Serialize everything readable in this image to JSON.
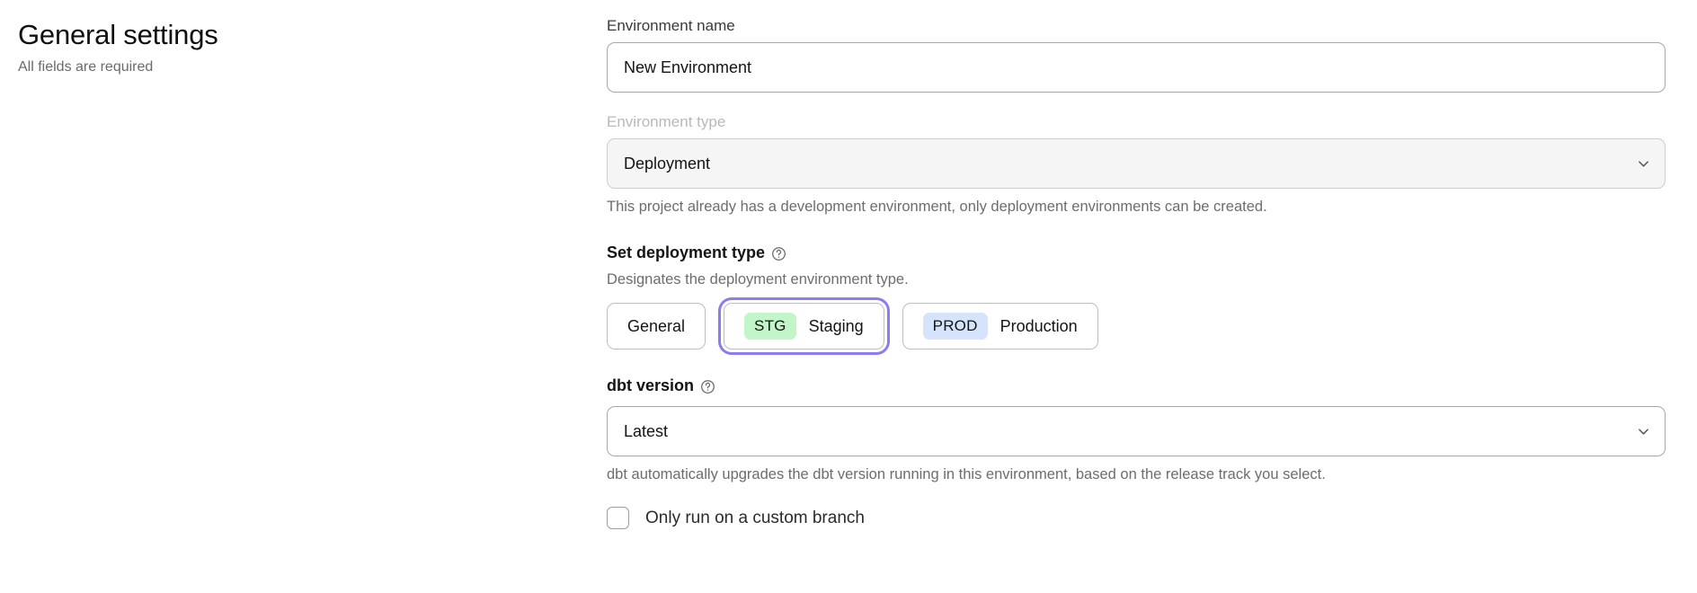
{
  "header": {
    "title": "General settings",
    "subtitle": "All fields are required"
  },
  "form": {
    "environment_name": {
      "label": "Environment name",
      "value": "New Environment",
      "placeholder": "Environment name"
    },
    "environment_type": {
      "label": "Environment type",
      "value": "Deployment",
      "disabled": true,
      "helper": "This project already has a development environment, only deployment environments can be created.",
      "chevron_icon": "chevron-down-icon"
    },
    "deployment_type": {
      "heading": "Set deployment type",
      "help_icon": "help-circle-icon",
      "description": "Designates the deployment environment type.",
      "selected": "Staging",
      "options": [
        {
          "id": "general",
          "badge": null,
          "badge_color": null,
          "label": "General",
          "selected": false
        },
        {
          "id": "staging",
          "badge": "STG",
          "badge_color": "#c2f5c8",
          "label": "Staging",
          "selected": true
        },
        {
          "id": "production",
          "badge": "PROD",
          "badge_color": "#d6e4fb",
          "label": "Production",
          "selected": false
        }
      ]
    },
    "dbt_version": {
      "label": "dbt version",
      "help_icon": "help-circle-icon",
      "value": "Latest",
      "helper": "dbt automatically upgrades the dbt version running in this environment, based on the release track you select.",
      "chevron_icon": "chevron-down-icon"
    },
    "custom_branch": {
      "label": "Only run on a custom branch",
      "checked": false
    }
  },
  "colors": {
    "focus_ring": "#8b7cf0",
    "badge_staging": "#c2f5c8",
    "badge_production": "#d6e4fb",
    "border": "#a7a7a7",
    "disabled_bg": "#f5f5f5"
  }
}
